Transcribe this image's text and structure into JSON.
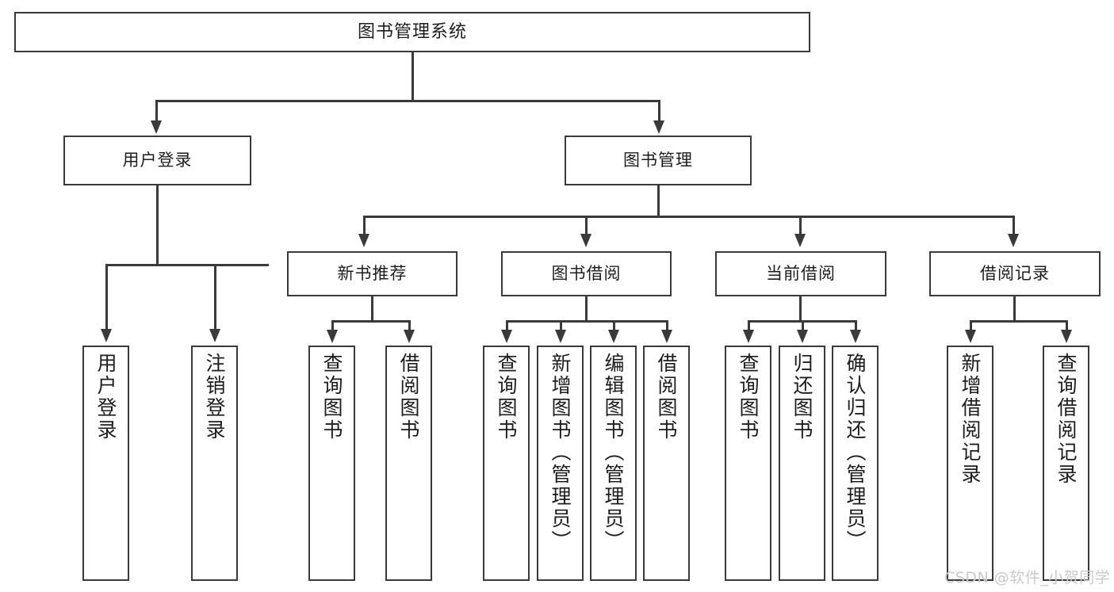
{
  "diagram": {
    "type": "hierarchy-tree",
    "title": "图书管理系统",
    "nodes": {
      "root": {
        "label": "图书管理系统",
        "orientation": "horizontal"
      },
      "level2": [
        {
          "label": "用户登录",
          "orientation": "horizontal"
        },
        {
          "label": "图书管理",
          "orientation": "horizontal"
        }
      ],
      "level3": [
        {
          "label": "新书推荐",
          "orientation": "horizontal"
        },
        {
          "label": "图书借阅",
          "orientation": "horizontal"
        },
        {
          "label": "当前借阅",
          "orientation": "horizontal"
        },
        {
          "label": "借阅记录",
          "orientation": "horizontal"
        }
      ],
      "leaves_user_login": [
        {
          "label": "用户登录",
          "orientation": "vertical"
        },
        {
          "label": "注销登录",
          "orientation": "vertical"
        }
      ],
      "leaves_new_book": [
        {
          "label": "查询图书",
          "orientation": "vertical"
        },
        {
          "label": "借阅图书",
          "orientation": "vertical"
        }
      ],
      "leaves_borrow": [
        {
          "label": "查询图书",
          "orientation": "vertical"
        },
        {
          "label": "新增图书（管理员）",
          "orientation": "vertical"
        },
        {
          "label": "编辑图书（管理员）",
          "orientation": "vertical"
        },
        {
          "label": "借阅图书",
          "orientation": "vertical"
        }
      ],
      "leaves_current": [
        {
          "label": "查询图书",
          "orientation": "vertical"
        },
        {
          "label": "归还图书",
          "orientation": "vertical"
        },
        {
          "label": "确认归还（管理员）",
          "orientation": "vertical"
        }
      ],
      "leaves_records": [
        {
          "label": "新增借阅记录",
          "orientation": "vertical"
        },
        {
          "label": "查询借阅记录",
          "orientation": "vertical"
        }
      ]
    },
    "colors": {
      "box_border": "#3a3a3a",
      "box_fill": "#ffffff",
      "text": "#1d1d1d",
      "connector": "#3a3a3a",
      "background": "#ffffff",
      "watermark": "#c9c9c9"
    }
  },
  "watermark": {
    "text": "CSDN @软件_小贺同学"
  }
}
